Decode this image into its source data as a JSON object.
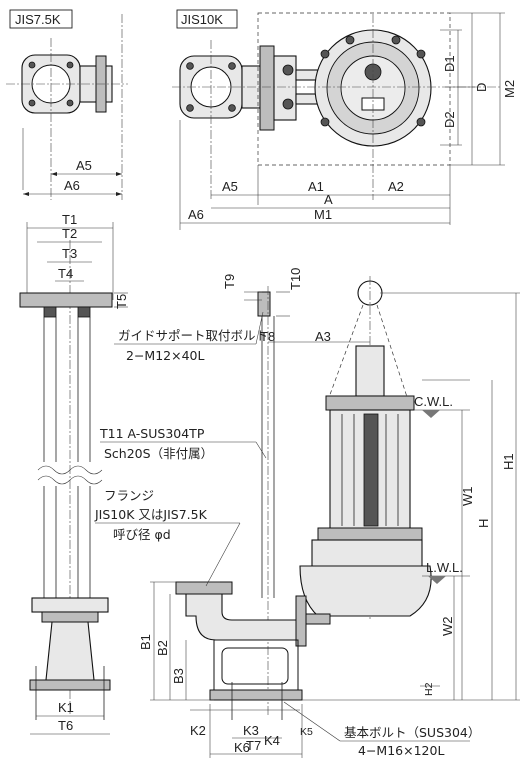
{
  "labels": {
    "jis75": "JIS7.5K",
    "jis10": "JIS10K",
    "a": "A",
    "a1": "A1",
    "a2": "A2",
    "a3": "A3",
    "a5_left": "A5",
    "a5_right": "A5",
    "a6_left": "A6",
    "a6_right": "A6",
    "m1": "M1",
    "m2": "M2",
    "d": "D",
    "d1": "D1",
    "d2": "D2",
    "t1": "T1",
    "t2": "T2",
    "t3": "T3",
    "t4": "T4",
    "t5": "T5",
    "t6": "T6",
    "t7": "T7",
    "t8": "T8",
    "t9": "T9",
    "t10": "T10",
    "k1": "K1",
    "k2": "K2",
    "k3": "K3",
    "k4": "K4",
    "k5": "K5",
    "k6": "K6",
    "b1": "B1",
    "b2": "B2",
    "b3": "B3",
    "h": "H",
    "h1": "H1",
    "h2": "H2",
    "w1": "W1",
    "w2": "W2",
    "cwl": "C.W.L.",
    "lwl": "L.W.L."
  },
  "notes": {
    "guide_support_1": "ガイドサポート取付ボルト",
    "guide_support_2": "2−M12×40L",
    "pipe_1": "T11 A-SUS304TP",
    "pipe_2": "Sch20S（非付属）",
    "flange_1": "フランジ",
    "flange_2": "JIS10K 又はJIS7.5K",
    "flange_3": "呼び径 φd",
    "base_bolt_1": "基本ボルト（SUS304）",
    "base_bolt_2": "4−M16×120L"
  }
}
